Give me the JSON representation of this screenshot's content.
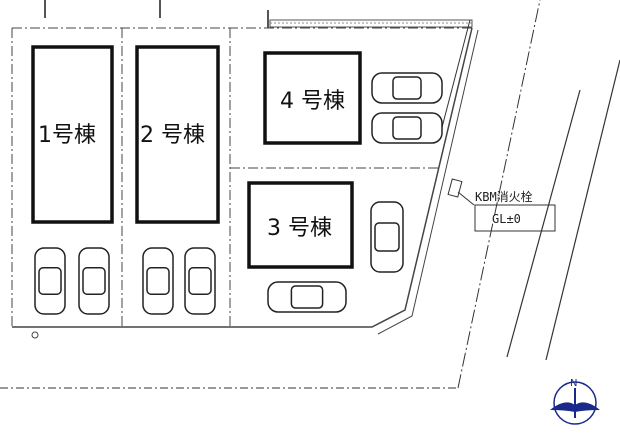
{
  "buildings": [
    {
      "label": "1号棟"
    },
    {
      "label": "2 号棟"
    },
    {
      "label": "3 号棟"
    },
    {
      "label": "4 号棟"
    }
  ],
  "hydrant": {
    "label": "KBM消火栓",
    "level": "GL±0"
  },
  "compass": {
    "label": "N",
    "color": "#1a2a8a"
  }
}
